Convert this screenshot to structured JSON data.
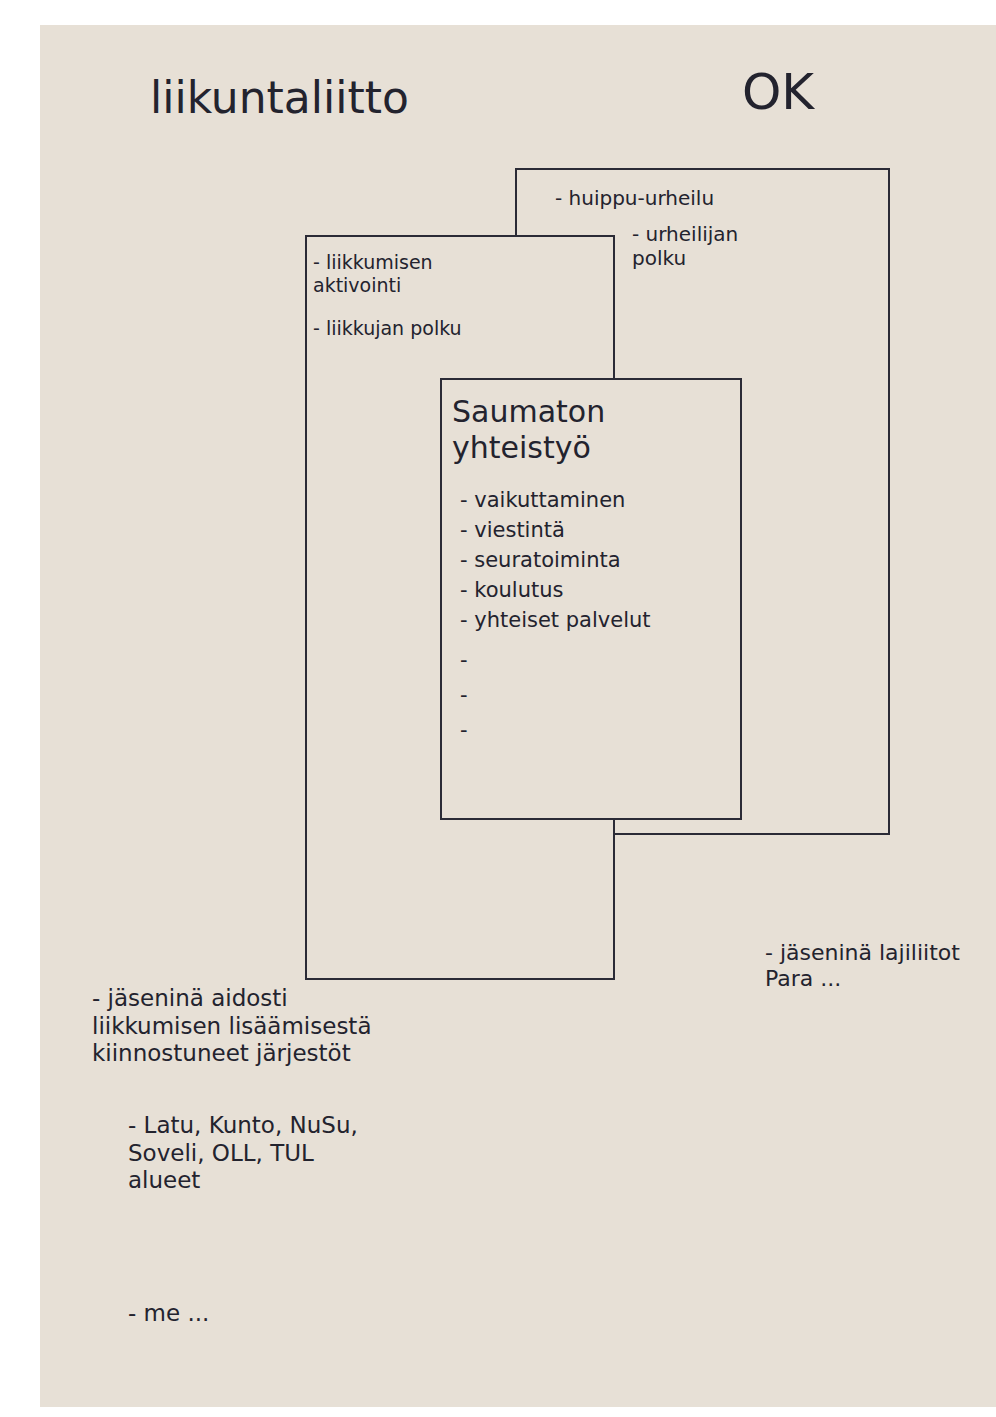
{
  "diagram": {
    "nodes": [
      {
        "text": [
          "- liikkumisen aktivointi",
          "- liikkujan polku"
        ]
      },
      {
        "text": [
          "- huippu-urheilu",
          "- urheilijan polku"
        ]
      },
      {
        "text": [
          "Saumaton yhteistyö",
          "- vaikuttaminen",
          "- viestintä",
          "- seuratoiminta",
          "- koulutus",
          "- yhteiset palvelut",
          "-",
          "-",
          "-"
        ]
      }
    ],
    "labels": [
      "liikuntaliitto",
      "OK",
      "- jäseninä aidosti liikkumisen lisäämisestä kiinnostuneet järjestöt",
      "- Latu, Kunto, NuSu, Soveli, OLL, TUL alueet",
      "- me ...",
      "- jäseninä lajiliitot Para ..."
    ]
  }
}
